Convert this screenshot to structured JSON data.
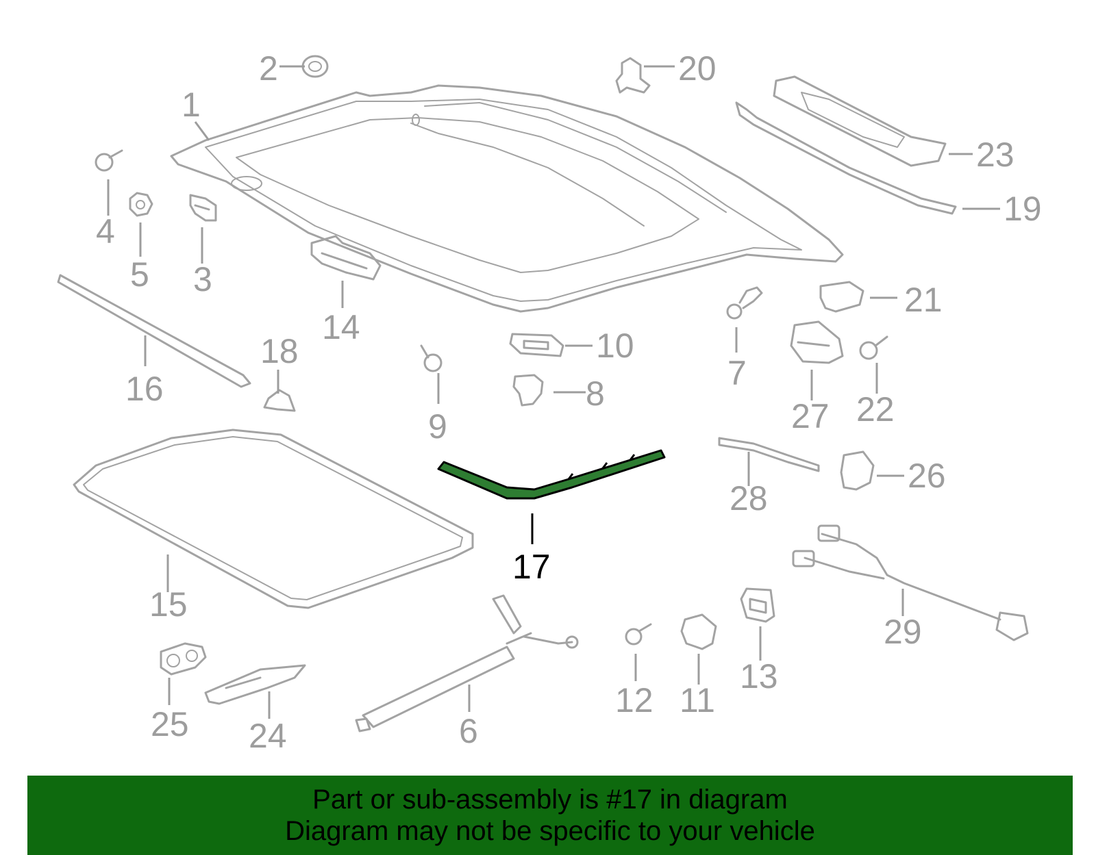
{
  "diagram": {
    "highlight_color": "#2e7d32",
    "callouts": [
      {
        "id": "1",
        "label": "1"
      },
      {
        "id": "2",
        "label": "2"
      },
      {
        "id": "3",
        "label": "3"
      },
      {
        "id": "4",
        "label": "4"
      },
      {
        "id": "5",
        "label": "5"
      },
      {
        "id": "6",
        "label": "6"
      },
      {
        "id": "7",
        "label": "7"
      },
      {
        "id": "8",
        "label": "8"
      },
      {
        "id": "9",
        "label": "9"
      },
      {
        "id": "10",
        "label": "10"
      },
      {
        "id": "11",
        "label": "11"
      },
      {
        "id": "12",
        "label": "12"
      },
      {
        "id": "13",
        "label": "13"
      },
      {
        "id": "14",
        "label": "14"
      },
      {
        "id": "15",
        "label": "15"
      },
      {
        "id": "16",
        "label": "16"
      },
      {
        "id": "17",
        "label": "17"
      },
      {
        "id": "18",
        "label": "18"
      },
      {
        "id": "19",
        "label": "19"
      },
      {
        "id": "20",
        "label": "20"
      },
      {
        "id": "21",
        "label": "21"
      },
      {
        "id": "22",
        "label": "22"
      },
      {
        "id": "23",
        "label": "23"
      },
      {
        "id": "24",
        "label": "24"
      },
      {
        "id": "25",
        "label": "25"
      },
      {
        "id": "26",
        "label": "26"
      },
      {
        "id": "27",
        "label": "27"
      },
      {
        "id": "28",
        "label": "28"
      },
      {
        "id": "29",
        "label": "29"
      }
    ]
  },
  "banner": {
    "background": "#0e6a0e",
    "line1": "Part or sub-assembly is #17 in diagram",
    "line2": "Diagram may not be specific to your vehicle"
  }
}
